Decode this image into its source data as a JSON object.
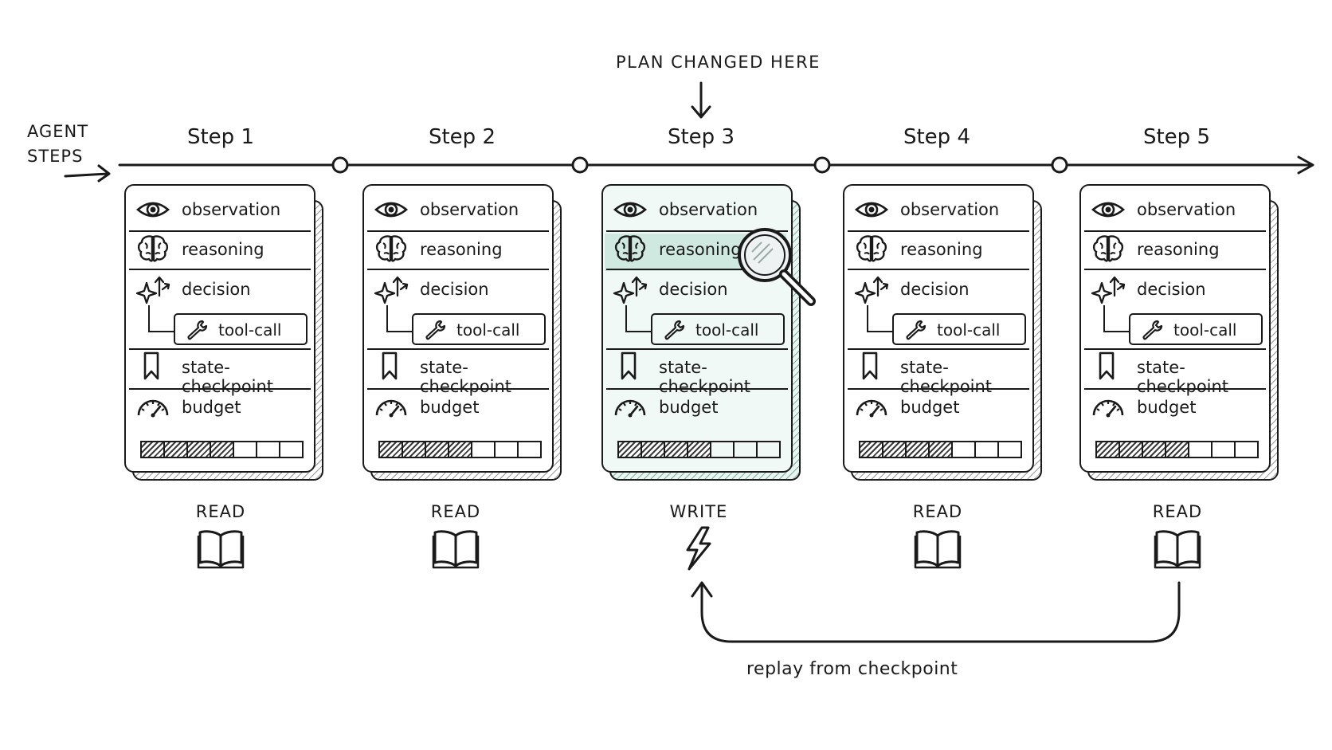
{
  "timeline": {
    "axis_label_line1": "AGENT",
    "axis_label_line2": "STEPS",
    "annotation": "PLAN CHANGED HERE"
  },
  "steps": [
    {
      "title": "Step 1",
      "mode": "READ",
      "mode_icon": "open-book-icon",
      "highlighted": false,
      "budget_used": 4,
      "budget_total": 7
    },
    {
      "title": "Step 2",
      "mode": "READ",
      "mode_icon": "open-book-icon",
      "highlighted": false,
      "budget_used": 4,
      "budget_total": 7
    },
    {
      "title": "Step 3",
      "mode": "WRITE",
      "mode_icon": "lightning-bolt-icon",
      "highlighted": true,
      "budget_used": 4,
      "budget_total": 7
    },
    {
      "title": "Step 4",
      "mode": "READ",
      "mode_icon": "open-book-icon",
      "highlighted": false,
      "budget_used": 4,
      "budget_total": 7
    },
    {
      "title": "Step 5",
      "mode": "READ",
      "mode_icon": "open-book-icon",
      "highlighted": false,
      "budget_used": 4,
      "budget_total": 7
    }
  ],
  "card_rows": {
    "observation": {
      "label": "observation",
      "icon": "eye-icon"
    },
    "reasoning": {
      "label": "reasoning",
      "icon": "brain-icon"
    },
    "decision": {
      "label": "decision",
      "icon": "sparkle-arrows-icon"
    },
    "tool_call": {
      "label": "tool-call",
      "icon": "wrench-icon"
    },
    "state_checkpoint": {
      "label": "state-checkpoint",
      "icon": "bookmark-icon"
    },
    "budget": {
      "label": "budget",
      "icon": "gauge-icon"
    }
  },
  "replay": {
    "label": "replay from checkpoint",
    "from_step": "Step 5",
    "to_step": "Step 3"
  },
  "colors": {
    "ink": "#1a1a1a",
    "highlight_fill": "#cfe9e1",
    "highlight_card": "#f0f9f6"
  }
}
